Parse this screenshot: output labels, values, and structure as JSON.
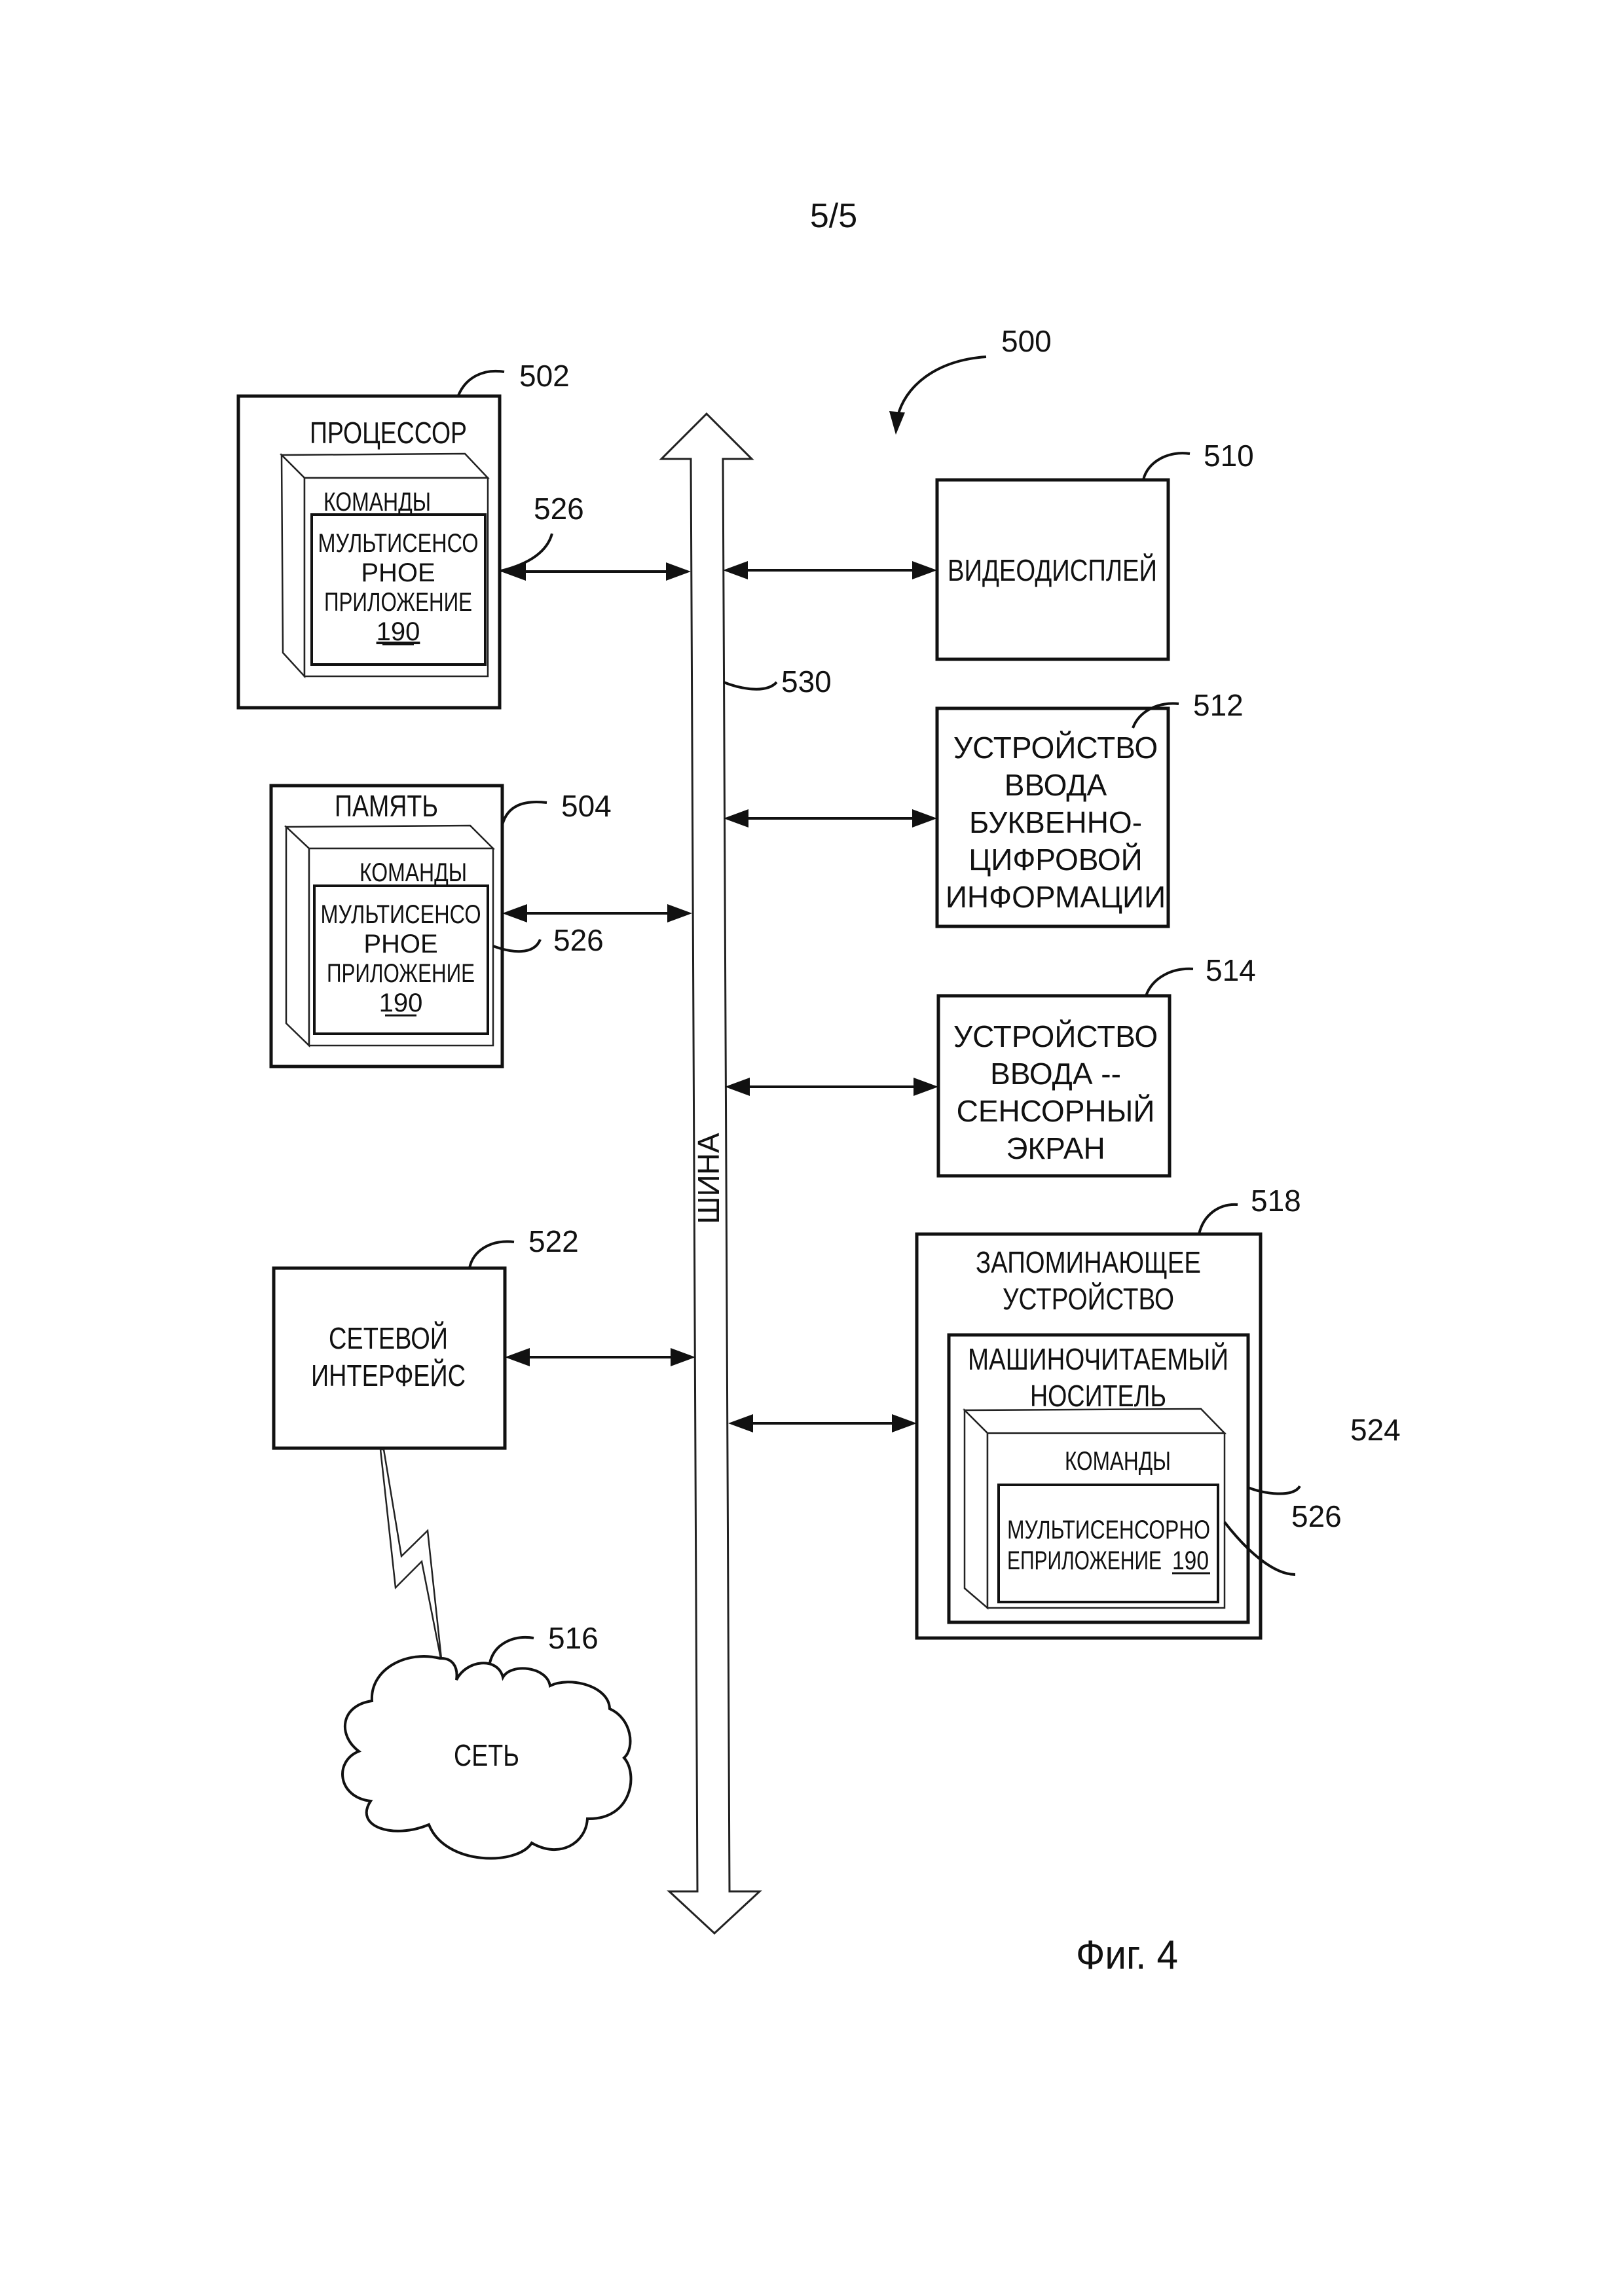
{
  "page": {
    "sheet_number": "5/5",
    "figure_caption": "Фиг. 4"
  },
  "refs": {
    "system": "500",
    "processor": "502",
    "memory": "504",
    "video_display": "510",
    "alnum_input": "512",
    "touch_input": "514",
    "network": "516",
    "storage": "518",
    "network_interface": "522",
    "medium": "524",
    "instructions": "526",
    "bus": "530"
  },
  "processor": {
    "title": "ПРОЦЕССОР",
    "instructions_label": "КОМАНДЫ",
    "app_lines": [
      "МУЛЬТИСЕНСО",
      "РНОЕ",
      "ПРИЛОЖЕНИЕ"
    ],
    "app_number": "190"
  },
  "memory": {
    "title": "ПАМЯТЬ",
    "instructions_label": "КОМАНДЫ",
    "app_lines": [
      "МУЛЬТИСЕНСО",
      "РНОЕ",
      "ПРИЛОЖЕНИЕ"
    ],
    "app_number": "190"
  },
  "network_interface": {
    "lines": [
      "СЕТЕВОЙ",
      "ИНТЕРФЕЙС"
    ]
  },
  "network": {
    "label": "СЕТЬ"
  },
  "bus": {
    "label": "ШИНА"
  },
  "video_display": {
    "label": "ВИДЕОДИСПЛЕЙ"
  },
  "alnum_input": {
    "lines": [
      "УСТРОЙСТВО",
      "ВВОДА",
      "БУКВЕННО-",
      "ЦИФРОВОЙ",
      "ИНФОРМАЦИИ"
    ]
  },
  "touch_input": {
    "lines": [
      "УСТРОЙСТВО",
      "ВВОДА --",
      "СЕНСОРНЫЙ",
      "ЭКРАН"
    ]
  },
  "storage": {
    "title_lines": [
      "ЗАПОМИНАЮЩЕЕ",
      "УСТРОЙСТВО"
    ],
    "medium_lines": [
      "МАШИНОЧИТАЕМЫЙ",
      "НОСИТЕЛЬ"
    ],
    "instructions_label": "КОМАНДЫ",
    "app_line1": "МУЛЬТИСЕНСОРНО",
    "app_line2": "ЕПРИЛОЖЕНИЕ",
    "app_number": "190"
  }
}
